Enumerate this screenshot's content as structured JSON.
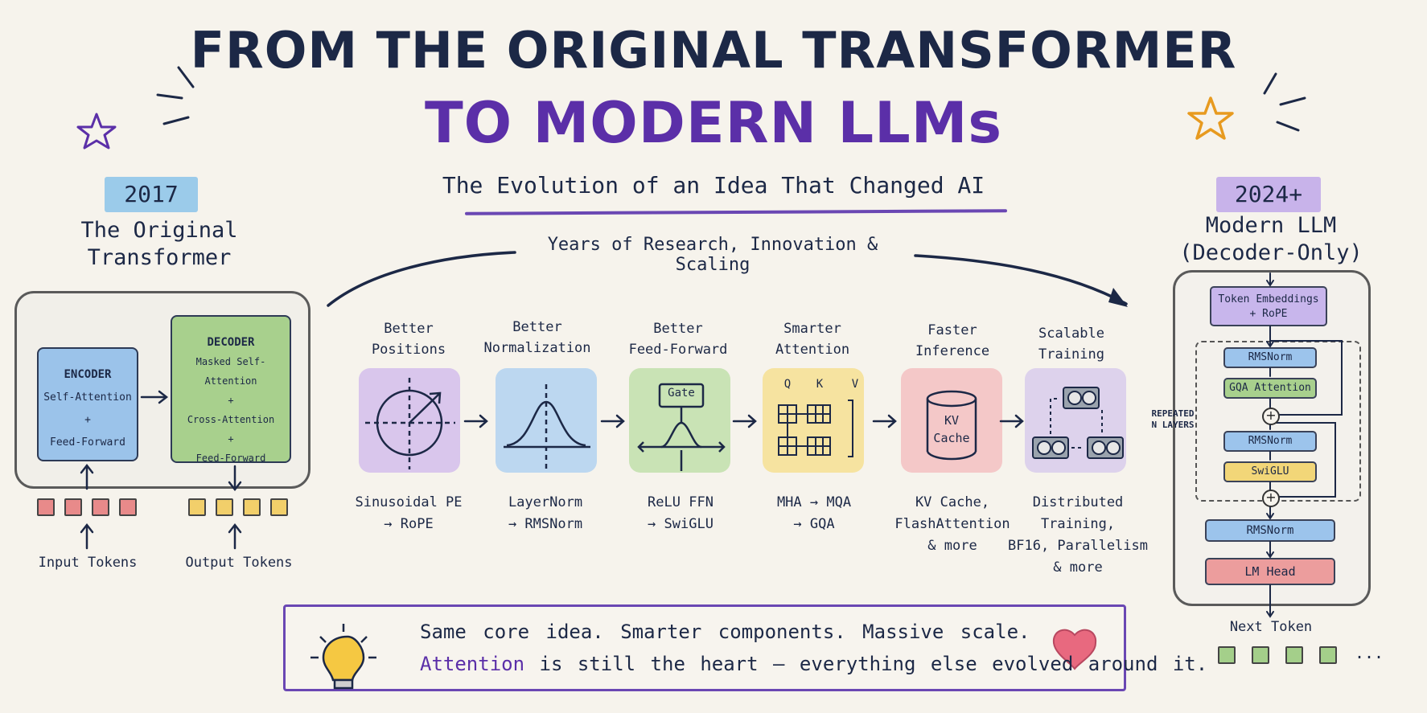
{
  "title": {
    "line1": "FROM THE ORIGINAL TRANSFORMER",
    "line2": "TO MODERN LLMs",
    "subtitle": "The Evolution of an Idea That Changed AI"
  },
  "left": {
    "year": "2017",
    "heading_line1": "The Original",
    "heading_line2": "Transformer",
    "encoder": {
      "title": "ENCODER",
      "line1": "Self-Attention",
      "plus": "+",
      "line2": "Feed-Forward"
    },
    "decoder": {
      "title": "DECODER",
      "line1": "Masked Self-Attention",
      "plus1": "+",
      "line2": "Cross-Attention",
      "plus2": "+",
      "line3": "Feed-Forward"
    },
    "input_label": "Input Tokens",
    "output_label": "Output Tokens"
  },
  "arc_label": "Years of Research, Innovation & Scaling",
  "steps": [
    {
      "title1": "Better",
      "title2": "Positions",
      "desc1": "Sinusoidal PE",
      "desc2": "→ RoPE",
      "desc3": "",
      "desc4": "",
      "color": "#d9c6ec"
    },
    {
      "title1": "Better",
      "title2": "Normalization",
      "desc1": "LayerNorm",
      "desc2": "→ RMSNorm",
      "desc3": "",
      "desc4": "",
      "color": "#bcd7f0"
    },
    {
      "title1": "Better",
      "title2": "Feed-Forward",
      "desc1": "ReLU FFN",
      "desc2": "→ SwiGLU",
      "desc3": "",
      "desc4": "",
      "color": "#c9e3b5",
      "inner_label": "Gate"
    },
    {
      "title1": "Smarter",
      "title2": "Attention",
      "desc1": "MHA → MQA",
      "desc2": "→ GQA",
      "desc3": "",
      "desc4": "",
      "color": "#f6e3a0",
      "q": "Q",
      "k": "K",
      "v": "V"
    },
    {
      "title1": "Faster",
      "title2": "Inference",
      "desc1": "KV Cache,",
      "desc2": "FlashAttention",
      "desc3": "& more",
      "desc4": "",
      "color": "#f4c8c8",
      "inner1": "KV",
      "inner2": "Cache"
    },
    {
      "title1": "Scalable",
      "title2": "Training",
      "desc1": "Distributed",
      "desc2": "Training,",
      "desc3": "BF16, Parallelism",
      "desc4": "& more",
      "color": "#ddd2ec"
    }
  ],
  "right": {
    "year": "2024+",
    "heading_line1": "Modern LLM",
    "heading_line2": "(Decoder-Only)",
    "emb_line1": "Token Embeddings",
    "emb_line2": "+ RoPE",
    "norm1": "RMSNorm",
    "attn": "GQA Attention",
    "norm2": "RMSNorm",
    "ffn": "SwiGLU",
    "norm3": "RMSNorm",
    "head": "LM Head",
    "repeat_line1": "REPEATED",
    "repeat_line2": "N LAYERS",
    "plus": "+",
    "next_label": "Next Token",
    "ellipsis": "..."
  },
  "banner": {
    "line1": "Same core idea.  Smarter components.  Massive scale.",
    "line2_accent": "Attention",
    "line2_rest": " is still the heart — everything else evolved around it."
  },
  "colors": {
    "navy": "#1c2846",
    "purple": "#5b2fa8",
    "star_orange": "#e79a1f"
  }
}
